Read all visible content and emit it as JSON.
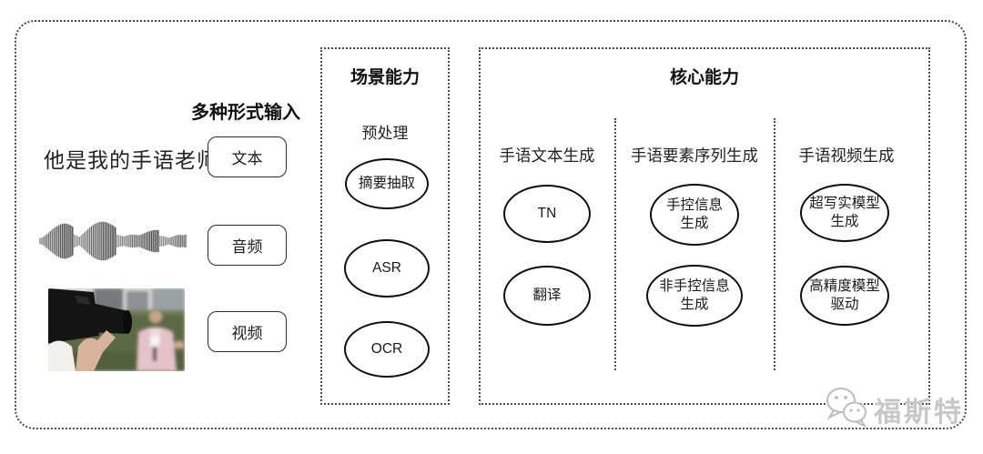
{
  "diagram": {
    "input": {
      "heading": "多种形式输入",
      "sample_text": "他是我的手语老师",
      "types": [
        {
          "label": "文本"
        },
        {
          "label": "音频"
        },
        {
          "label": "视频"
        }
      ]
    },
    "scene": {
      "title": "场景能力",
      "subtitle": "预处理",
      "nodes": [
        {
          "label": "摘要抽取"
        },
        {
          "label": "ASR"
        },
        {
          "label": "OCR"
        }
      ]
    },
    "core": {
      "title": "核心能力",
      "columns": [
        {
          "heading": "手语文本生成",
          "nodes": [
            {
              "line1": "TN",
              "line2": ""
            },
            {
              "line1": "翻译",
              "line2": ""
            }
          ]
        },
        {
          "heading": "手语要素序列生成",
          "nodes": [
            {
              "line1": "手控信息",
              "line2": "生成"
            },
            {
              "line1": "非手控信息",
              "line2": "生成"
            }
          ]
        },
        {
          "heading": "手语视频生成",
          "nodes": [
            {
              "line1": "超写实模型",
              "line2": "生成"
            },
            {
              "line1": "高精度模型",
              "line2": "驱动"
            }
          ]
        }
      ]
    },
    "watermark": {
      "icon": "wechat-icon",
      "text": "福斯特"
    }
  }
}
